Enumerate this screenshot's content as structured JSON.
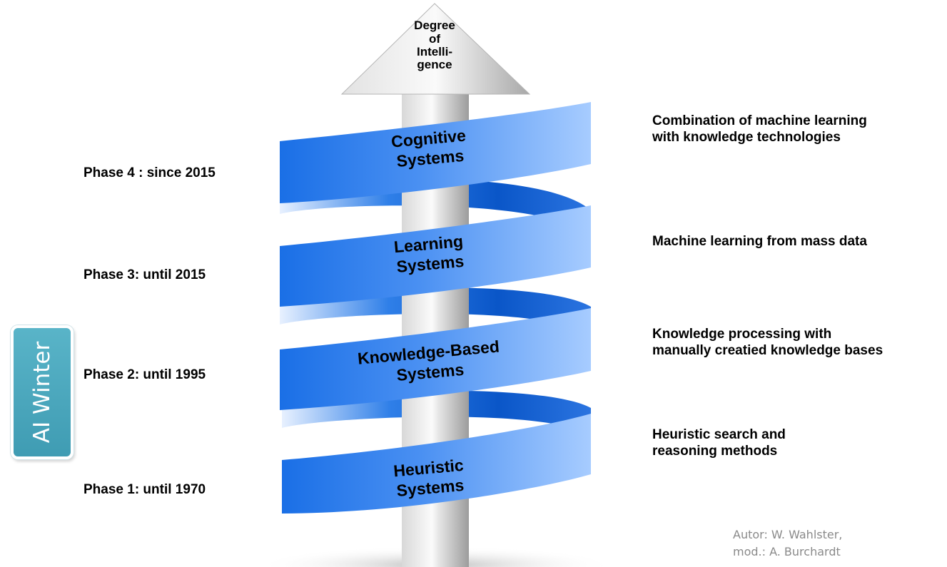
{
  "arrow": {
    "label_lines": [
      "Degree",
      "of",
      "Intelli-",
      "gence"
    ]
  },
  "bands": [
    {
      "lines": [
        "Cognitive",
        "Systems"
      ]
    },
    {
      "lines": [
        "Learning",
        "Systems"
      ]
    },
    {
      "lines": [
        "Knowledge-Based",
        "Systems"
      ]
    },
    {
      "lines": [
        "Heuristic",
        "Systems"
      ]
    }
  ],
  "phases": [
    "Phase 4 : since 2015",
    "Phase 3: until 2015",
    "Phase 2: until 1995",
    "Phase 1: until 1970"
  ],
  "descriptions": [
    {
      "lines": [
        "Combination of machine learning",
        "with knowledge technologies"
      ]
    },
    {
      "lines": [
        "Machine learning from mass data"
      ]
    },
    {
      "lines": [
        "Knowledge processing with",
        "manually creatied knowledge bases"
      ]
    },
    {
      "lines": [
        "Heuristic search and",
        "reasoning methods"
      ]
    }
  ],
  "side_label": "AI Winter",
  "credit": [
    "Autor: W. Wahlster,",
    "mod.: A. Burchardt"
  ],
  "colors": {
    "band_dark": "#1a6fe6",
    "band_light": "#a7ccff",
    "band_back": "#0a56c8",
    "winter_box": "#4aa8be"
  }
}
